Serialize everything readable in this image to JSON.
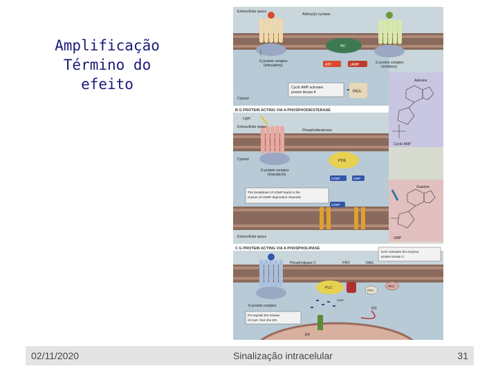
{
  "slide": {
    "title_lines": [
      "Amplificação",
      "Término do",
      "efeito"
    ],
    "date": "02/11/2020",
    "footer_text": "Sinalização intracelular",
    "page_number": "31"
  },
  "figure": {
    "panel_a": {
      "extracellular": "Extracellular space",
      "adenylyl_cyclase": "Adenylyl cyclase",
      "ac": "AC",
      "atp": "ATP",
      "camp": "cAMP",
      "g_stim_1": "G protein complex",
      "g_stim_2": "(stimulatory)",
      "g_inhib_1": "G protein complex",
      "g_inhib_2": "(inhibitory)",
      "note_1": "Cyclic AMP activates",
      "note_2": "protein kinase A",
      "pka": "PKA",
      "cytosol": "Cytosol",
      "adenine": "Adenine",
      "cyclic_amp": "Cyclic AMP"
    },
    "panel_b": {
      "header": "B  G PROTEIN ACTING VIA A PHOSPHODIESTERASE",
      "light": "Light",
      "extracellular": "Extracellular space",
      "phosphodiesterase": "Phosphodiesterase",
      "cytosol": "Cytosol",
      "pde": "PDE",
      "g_1": "G protein complex",
      "g_2": "(transducin)",
      "cgmp": "cGMP",
      "gmp": "GMP",
      "note_1": "The breakdown of cGMP leads to the",
      "note_2": "closure of cGMP-dependent channels.",
      "guanine": "Guanine",
      "gmp_label": "GMP"
    },
    "panel_c": {
      "extracellular": "Extracellular space",
      "header": "C  G PROTEIN ACTING VIA A PHOSPHOLIPASE",
      "dag_note_1": "DAG activates the enzyme",
      "dag_note_2": "protein kinase C.",
      "phospholipase": "Phospholipase C",
      "pip2": "PIP2",
      "dag": "DAG",
      "plc": "PLC",
      "pkc": "PKC",
      "ca": "Ca2+",
      "g_complex": "G protein complex",
      "ip3": "IP3",
      "ip3_note_1": "IP3 signals the release",
      "ip3_note_2": "of Ca2+ from the ER.",
      "er": "ER"
    }
  }
}
